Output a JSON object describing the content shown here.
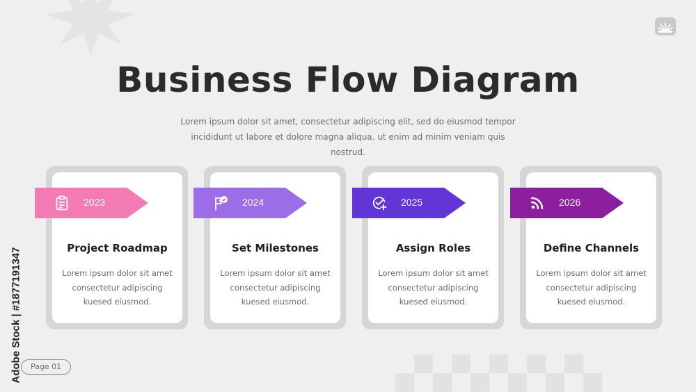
{
  "title": "Business Flow Diagram",
  "subtitle": "Lorem ipsum dolor sit amet, consectetur adipiscing elit, sed do eiusmod tempor incididunt ut labore et dolore magna aliqua. ut enim ad minim veniam quis nostrud.",
  "steps": [
    {
      "year": "2023",
      "title": "Project Roadmap",
      "text": "Lorem ipsum dolor sit amet consectetur adipiscing kuesed eiusmod.",
      "color": "#f27bb3",
      "icon": "clipboard-icon"
    },
    {
      "year": "2024",
      "title": "Set Milestones",
      "text": "Lorem ipsum dolor sit amet consectetur adipiscing kuesed eiusmod.",
      "color": "#9b6ee8",
      "icon": "flag-check-icon"
    },
    {
      "year": "2025",
      "title": "Assign Roles",
      "text": "Lorem ipsum dolor sit amet consectetur adipiscing kuesed eiusmod.",
      "color": "#6236d6",
      "icon": "check-plus-icon"
    },
    {
      "year": "2026",
      "title": "Define Channels",
      "text": "Lorem ipsum dolor sit amet consectetur adipiscing kuesed eiusmod.",
      "color": "#8b1fa0",
      "icon": "rss-icon"
    }
  ],
  "page_label": "Page 01",
  "side_watermark": "Adobe Stock | #1877191347"
}
